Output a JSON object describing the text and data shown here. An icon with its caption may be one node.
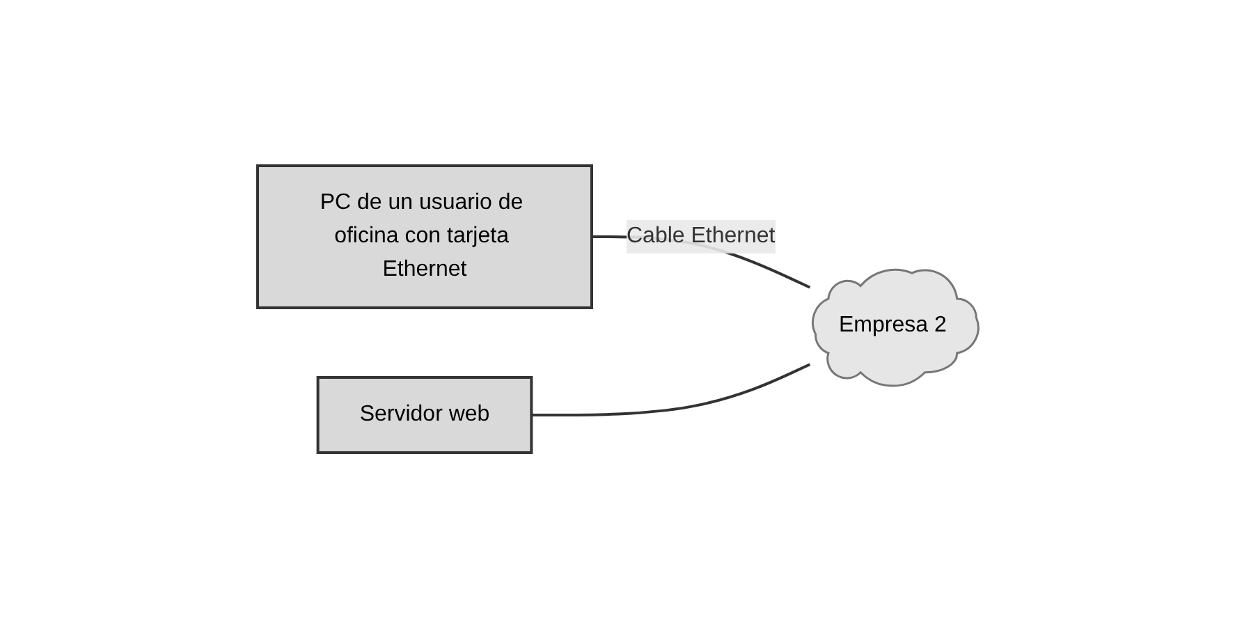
{
  "diagram": {
    "nodes": [
      {
        "text": [
          "Servidor web"
        ]
      },
      {
        "text": [
          "PC de un usuario de oficina con tarjeta Ethernet"
        ]
      },
      {
        "text": [
          "Empresa 2"
        ]
      }
    ],
    "edges": [
      {
        "from": 1,
        "to": 2,
        "arrow": "none",
        "label": "Cable Ethernet"
      },
      {
        "from": 0,
        "to": 2,
        "arrow": "none"
      }
    ]
  }
}
